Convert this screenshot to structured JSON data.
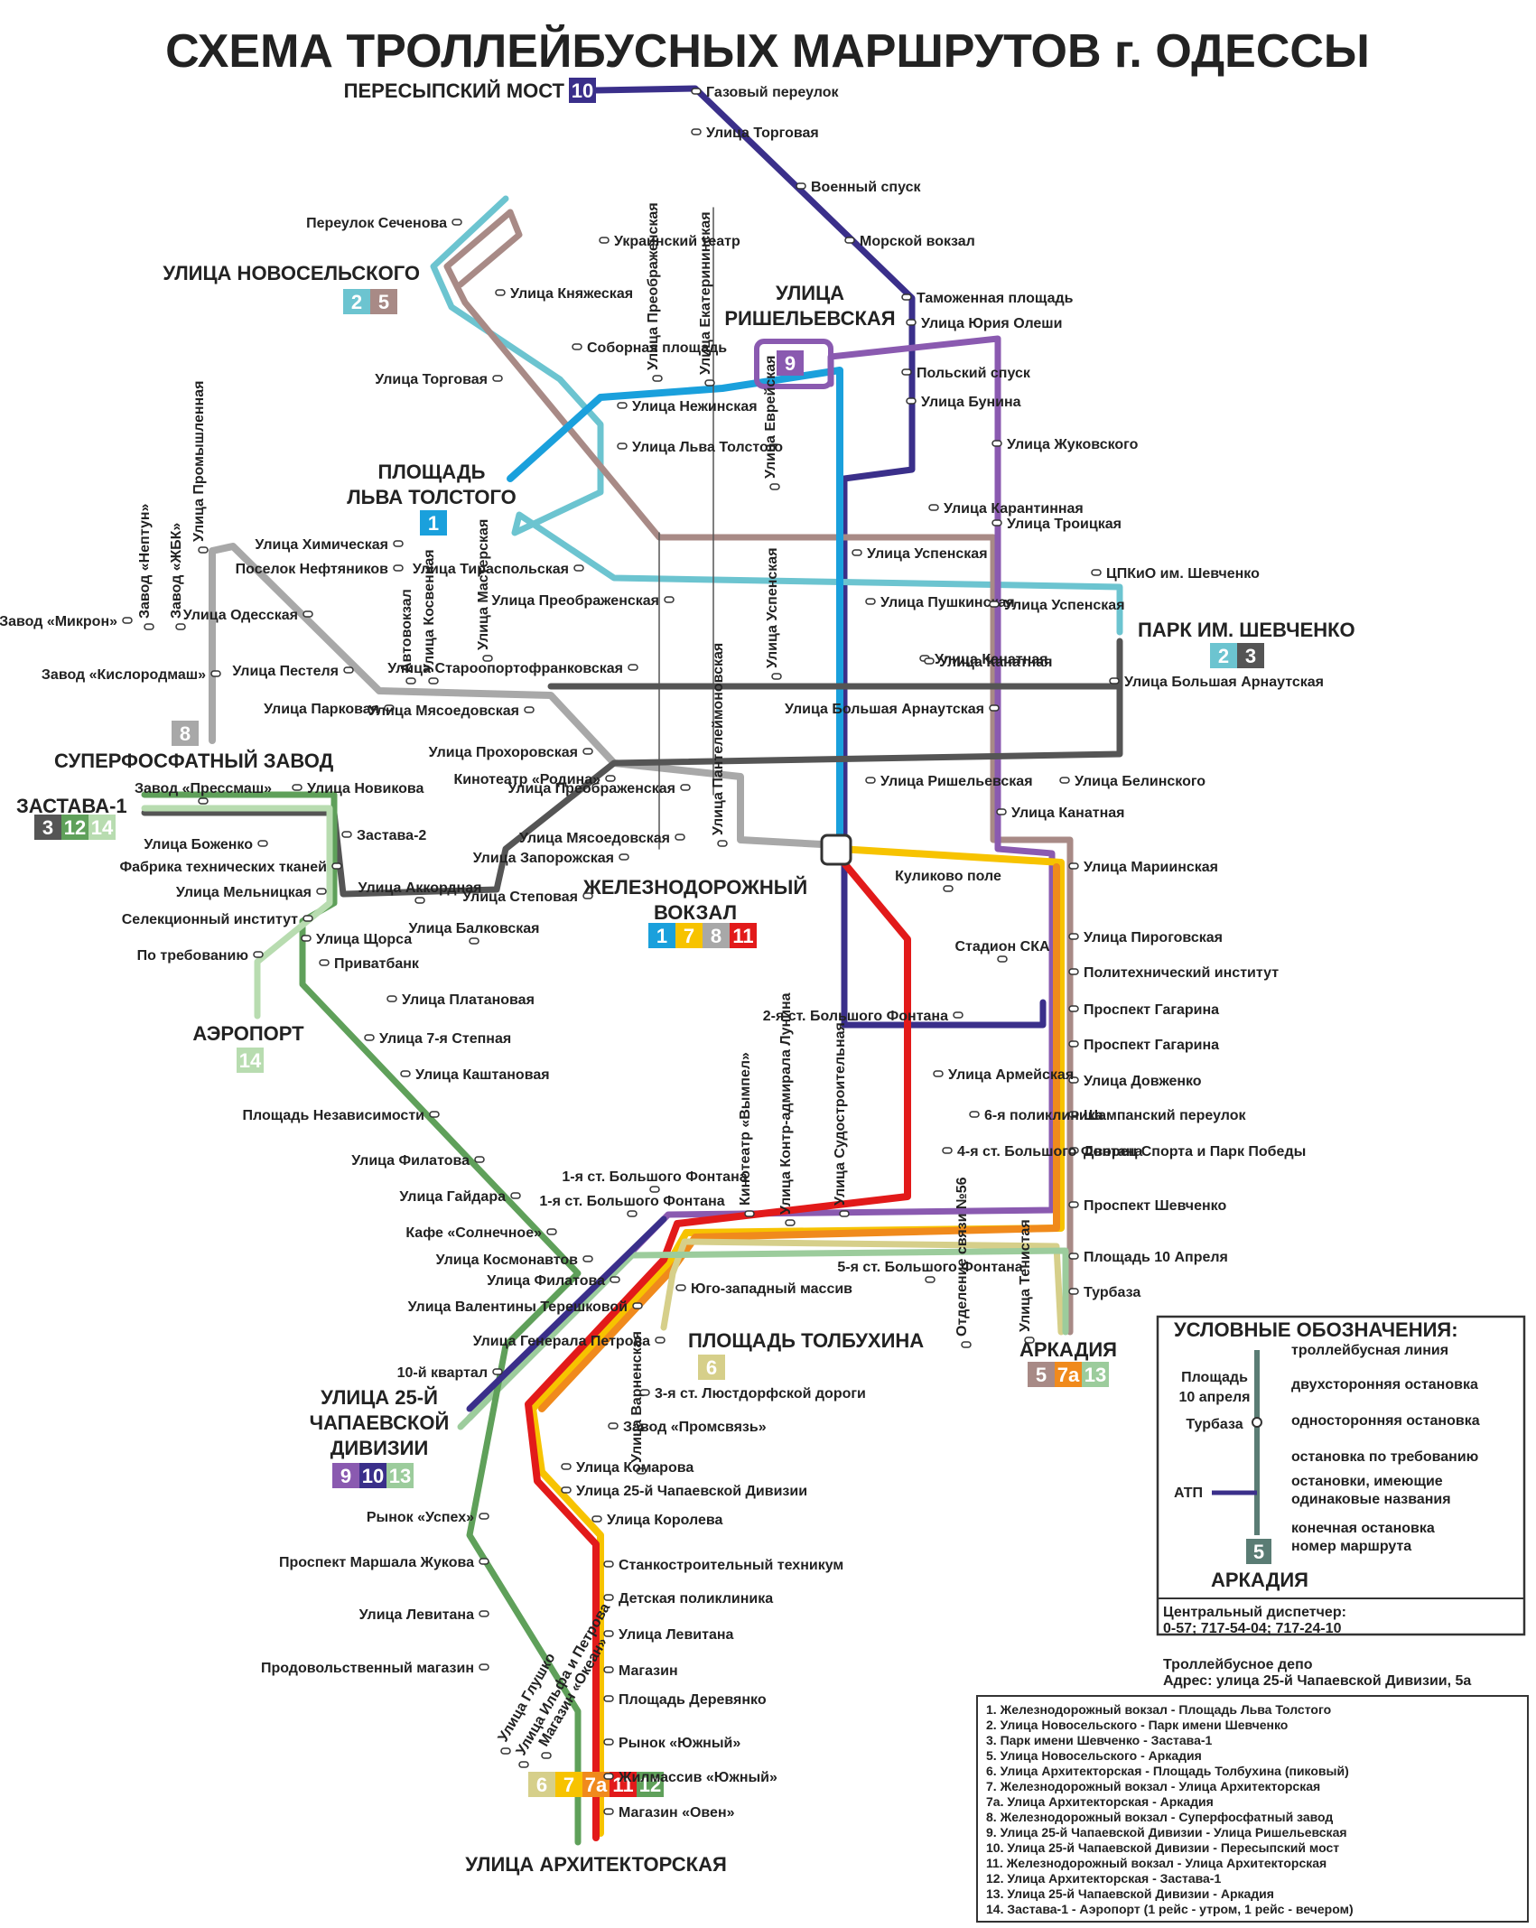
{
  "title": "СХЕМА ТРОЛЛЕЙБУСНЫХ МАРШРУТОВ г. ОДЕССЫ",
  "colors": {
    "r1": "#1aa0dc",
    "r2": "#6cc4d0",
    "r3": "#555555",
    "r5": "#a88a86",
    "r6": "#d6cf8a",
    "r7": "#f7c300",
    "r7a": "#f08a1c",
    "r8": "#a8a8a8",
    "r9": "#8a5ab0",
    "r10": "#3a2f8a",
    "r11": "#e21a1a",
    "r12": "#5fa05a",
    "r13": "#9ccc9c",
    "r14": "#b8dcb0"
  },
  "terminals": [
    {
      "id": "peresyp",
      "label": "ПЕРЕСЫПСКИЙ МОСТ",
      "routes": [
        "10"
      ]
    },
    {
      "id": "novoselsk",
      "label": "УЛИЦА НОВОСЕЛЬСКОГО",
      "routes": [
        "2",
        "5"
      ]
    },
    {
      "id": "rishelevsk",
      "label": [
        "УЛИЦА",
        "РИШЕЛЬЕВСКАЯ"
      ],
      "routes": [
        "9"
      ]
    },
    {
      "id": "tolstogo",
      "label": [
        "ПЛОЩАДЬ",
        "ЛЬВА ТОЛСТОГО"
      ],
      "routes": [
        "1"
      ]
    },
    {
      "id": "shevchenko",
      "label": "ПАРК ИМ. ШЕВЧЕНКО",
      "routes": [
        "2",
        "3"
      ]
    },
    {
      "id": "superfos",
      "label": "СУПЕРФОСФАТНЫЙ ЗАВОД",
      "routes": [
        "8"
      ]
    },
    {
      "id": "zastava",
      "label": "ЗАСТАВА-1",
      "routes": [
        "3",
        "12",
        "14"
      ]
    },
    {
      "id": "vokzal",
      "label": [
        "ЖЕЛЕЗНОДОРОЖНЫЙ",
        "ВОКЗАЛ"
      ],
      "routes": [
        "1",
        "7",
        "8",
        "11"
      ]
    },
    {
      "id": "airport",
      "label": "АЭРОПОРТ",
      "routes": [
        "14"
      ]
    },
    {
      "id": "tolbuhina",
      "label": "ПЛОЩАДЬ ТОЛБУХИНА",
      "routes": [
        "6"
      ]
    },
    {
      "id": "arkadiya",
      "label": "АРКАДИЯ",
      "routes": [
        "5",
        "7а",
        "13"
      ]
    },
    {
      "id": "chapaeva",
      "label": [
        "УЛИЦА 25-Й",
        "ЧАПАЕВСКОЙ",
        "ДИВИЗИИ"
      ],
      "routes": [
        "9",
        "10",
        "13"
      ]
    },
    {
      "id": "arhitekt",
      "label": "УЛИЦА АРХИТЕКТОРСКАЯ",
      "routes": [
        "6",
        "7",
        "7а",
        "11",
        "12"
      ]
    }
  ],
  "stations": [
    "Газовый переулок",
    "Улица Торговая",
    "Военный спуск",
    "Морской вокзал",
    "Таможенная площадь",
    "Улица Юрия Олеши",
    "Польский спуск",
    "Улица Бунина",
    "Улица Жуковского",
    "Улица Троицкая",
    "Переулок Сеченова",
    "Украинский театр",
    "Улица Княжеская",
    "Улица Торговая",
    "Соборная площадь",
    "Улица Преображенская",
    "Улица Екатерининская",
    "Улица Нежинская",
    "Улица Льва Толстого",
    "Улица Еврейская",
    "Улица Карантинная",
    "Улица Тираспольская",
    "Улица Преображенская",
    "Улица Успенская",
    "Улица Пушкинская",
    "Улица Канатная",
    "Улица Успенская",
    "ЦПКиО им. Шевченко",
    "Улица Химическая",
    "Поселок Нефтяников",
    "Улица Одесская",
    "Улица Пестеля",
    "Улица Парковая",
    "Автовокзал",
    "Улица Косвенная",
    "Улица Мастерская",
    "Улица Мясоедовская",
    "Улица Староопортофранковская",
    "Улица Успенская",
    "Улица Канатная",
    "Улица Большая Арнаутская",
    "Улица Большая Арнаутская",
    "Завод «Нептун»",
    "Завод «ЖБК»",
    "Улица Промышленная",
    "Завод «Микрон»",
    "Завод «Кислородмаш»",
    "Улица Прохоровская",
    "Кинотеатр «Родина»",
    "Улица Ришельевская",
    "Улица Белинского",
    "Улица Преображенская",
    "Улица Мясоедовская",
    "Улица Запорожская",
    "Улица Степовая",
    "Улица Пантелеймоновская",
    "Улица Канатная",
    "Улица Мариинская",
    "Куликово поле",
    "Стадион СКА",
    "Улица Пироговская",
    "Политехнический институт",
    "Проспект Гагарина",
    "Проспект Гагарина",
    "Улица Довженко",
    "Шампанский переулок",
    "Дворец Спорта и Парк Победы",
    "Проспект Шевченко",
    "Площадь 10 Апреля",
    "Турбаза",
    "Завод «Прессмаш»",
    "Улица Новикова",
    "Застава-2",
    "Улица Боженко",
    "Фабрика технических тканей",
    "Улица Мельницкая",
    "Улица Аккордная",
    "Улица Балковская",
    "Селекционный институт",
    "Улица Щорса",
    "По требованию",
    "Приватбанк",
    "Улица Платановая",
    "Улица 7-я Степная",
    "Улица Каштановая",
    "Площадь Независимости",
    "Улица Филатова",
    "Улица Гайдара",
    "Кафе «Солнечное»",
    "Улица Космонавтов",
    "Улица Филатова",
    "Улица Валентины Терешковой",
    "Улица Генерала Петрова",
    "10-й квартал",
    "1-я ст. Большого Фонтана",
    "2-я ст. Большого Фонтана",
    "Улица Армейская",
    "6-я поликлиника",
    "4-я ст. Большого Фонтана",
    "Кинотеатр «Вымпел»",
    "Улица Контр-адмирала Лунина",
    "Улица Судостроительная",
    "5-я ст. Большого Фонтана",
    "Отделение связи №56",
    "Улица Тенистая",
    "Юго-западный массив",
    "1-я ст. Большого Фонтана",
    "Улица Варненская",
    "3-я ст. Люстдорфской дороги",
    "Завод «Промсвязь»",
    "Улица Комарова",
    "Улица 25-й Чапаевской Дивизии",
    "Улица Королева",
    "Станкостроительный техникум",
    "Детская поликлиника",
    "Улица Левитана",
    "Магазин",
    "Площадь Деревянко",
    "Рынок «Южный»",
    "Жилмассив «Южный»",
    "Магазин «Овен»",
    "Рынок «Успех»",
    "Проспект Маршала Жукова",
    "Улица Левитана",
    "Продовольственный магазин",
    "Улица Глушко",
    "Улица Ильфа и Петрова",
    "Магазин «Океан»"
  ],
  "legend": {
    "title": "УСЛОВНЫЕ ОБОЗНАЧЕНИЯ:",
    "items": [
      "троллейбусная линия",
      "двухсторонняя остановка",
      "односторонняя остановка",
      "остановка по требованию",
      "остановки, имеющие",
      "одинаковые названия",
      "конечная остановка",
      "номер маршрута"
    ],
    "sample_labels": [
      "Площадь",
      "10 апреля",
      "Турбаза",
      "АТП",
      "АРКАДИЯ"
    ],
    "sample_route": "5"
  },
  "dispatcher": {
    "label": "Центральный диспетчер:",
    "phones": "0-57; 717-54-04; 717-24-10"
  },
  "depot": {
    "label": "Троллейбусное депо",
    "address": "Адрес: улица 25-й Чапаевской Дивизии, 5а"
  },
  "routes_list": [
    "1.   Железнодорожный вокзал - Площадь Льва Толстого",
    "2.   Улица Новосельского - Парк имени Шевченко",
    "3.   Парк имени Шевченко - Застава-1",
    "5.   Улица Новосельского - Аркадия",
    "6.   Улица Архитекторская - Площадь Толбухина (пиковый)",
    "7.   Железнодорожный вокзал - Улица Архитекторская",
    "7а. Улица Архитекторская - Аркадия",
    "8.   Железнодорожный вокзал - Суперфосфатный завод",
    "9.   Улица 25-й Чапаевской Дивизии - Улица Ришельевская",
    "10. Улица 25-й Чапаевской Дивизии - Пересыпский мост",
    "11. Железнодорожный вокзал - Улица Архитекторская",
    "12. Улица Архитекторская - Застава-1",
    "13. Улица 25-й Чапаевской Дивизии - Аркадия",
    "14. Застава-1 - Аэропорт (1 рейс - утром, 1 рейс - вечером)"
  ]
}
